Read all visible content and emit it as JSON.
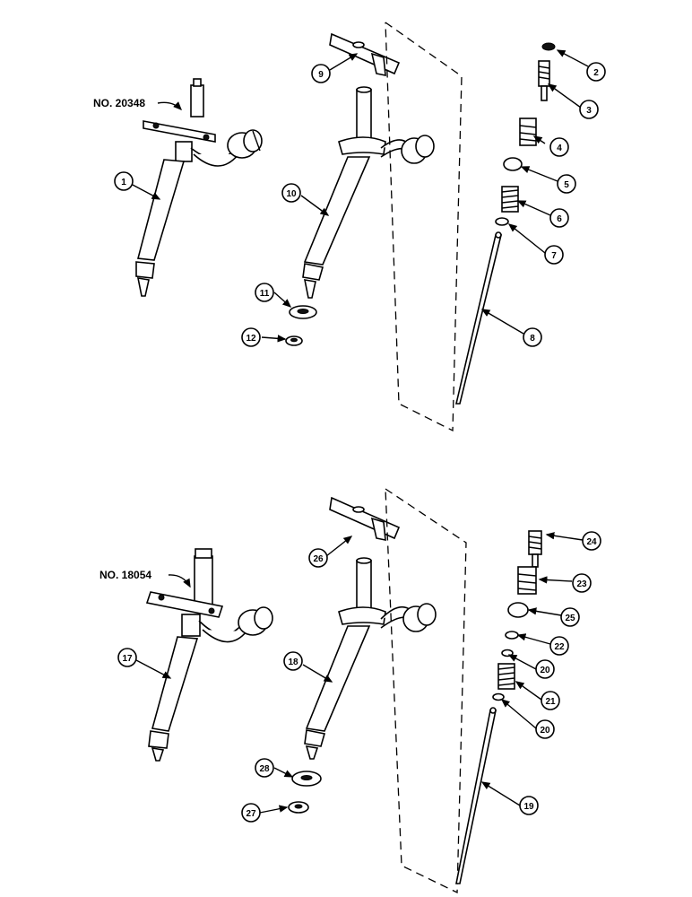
{
  "assembly_labels": {
    "top": "NO. 20348",
    "bottom": "NO. 18054"
  },
  "callouts": {
    "c1": "1",
    "c2": "2",
    "c3": "3",
    "c4": "4",
    "c5": "5",
    "c6": "6",
    "c7": "7",
    "c8": "8",
    "c9": "9",
    "c10": "10",
    "c11": "11",
    "c12": "12",
    "c17": "17",
    "c18": "18",
    "c19": "19",
    "c20a": "20",
    "c20b": "20",
    "c21": "21",
    "c22": "22",
    "c23": "23",
    "c24": "24",
    "c25": "25",
    "c26": "26",
    "c27": "27",
    "c28": "28"
  },
  "colors": {
    "ink": "#000000",
    "paper": "#ffffff"
  }
}
